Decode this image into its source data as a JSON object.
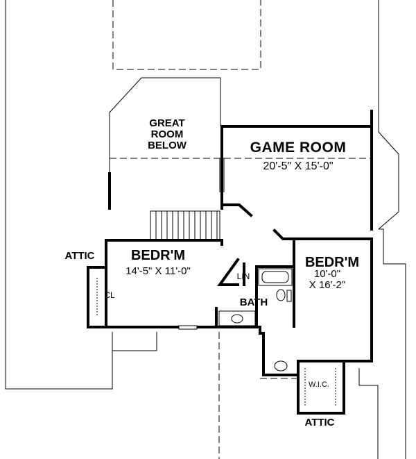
{
  "rooms": {
    "great_room": {
      "line1": "GREAT",
      "line2": "ROOM",
      "line3": "BELOW"
    },
    "game_room": {
      "name": "GAME ROOM",
      "dimensions": "20'-5\" X 15'-0\""
    },
    "bedroom_left": {
      "name": "BEDR'M",
      "dimensions": "14'-5\" X 11'-0\""
    },
    "bedroom_right": {
      "name": "BEDR'M",
      "dim_line1": "10'-0\"",
      "dim_line2": "X 16'-2\""
    },
    "linen": "LIN",
    "bath": "BATH",
    "closet": "CL",
    "walk_in_closet": "W.I.C."
  },
  "attic_labels": {
    "left": "ATTIC",
    "bottom": "ATTIC"
  }
}
